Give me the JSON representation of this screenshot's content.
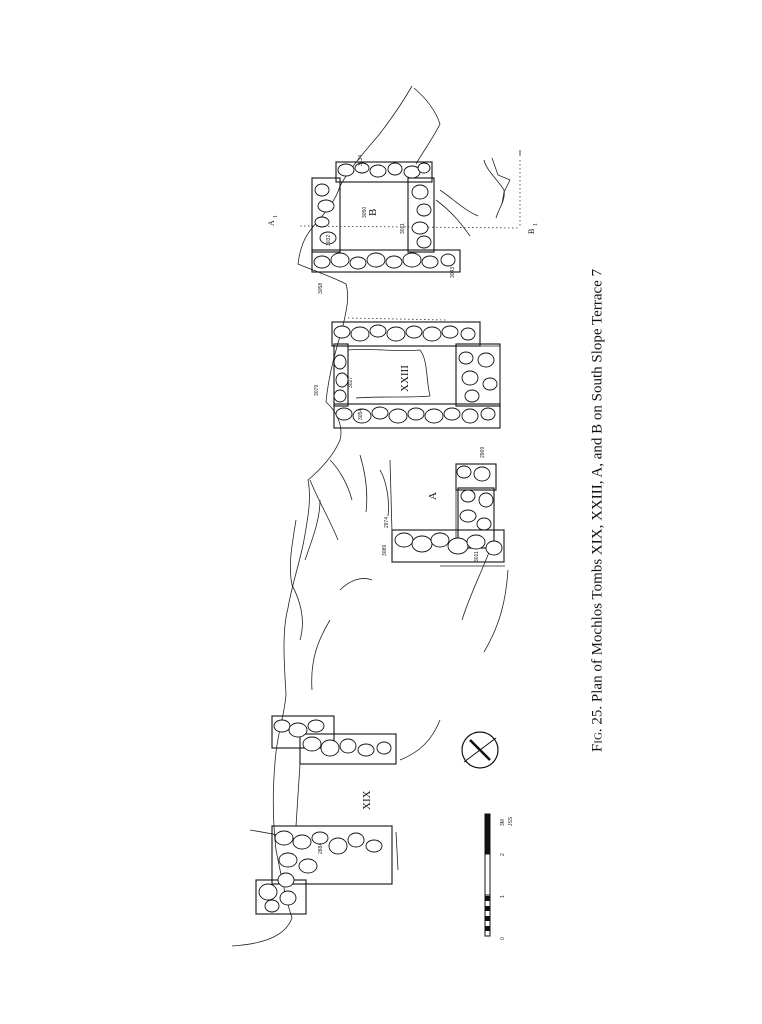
{
  "caption": {
    "prefix": "Fig. 25.",
    "text": "Plan of Mochlos Tombs XIX, XXIII, A, and B on South Slope Terrace 7"
  },
  "tombs": {
    "xix": "XIX",
    "xxiii": "XXIII",
    "a": "A",
    "b": "B"
  },
  "section": {
    "a_label": "A",
    "a_sub": "1",
    "b_label": "B",
    "b_sub": "1"
  },
  "wall_numbers": [
    "3134",
    "3050",
    "3032",
    "3011",
    "3043",
    "3058",
    "3079",
    "3027",
    "3054",
    "2969",
    "2974",
    "3089",
    "3011",
    "2884"
  ],
  "scale": {
    "ticks": [
      "0",
      "1",
      "2",
      "3M"
    ],
    "initials": "JSS"
  }
}
